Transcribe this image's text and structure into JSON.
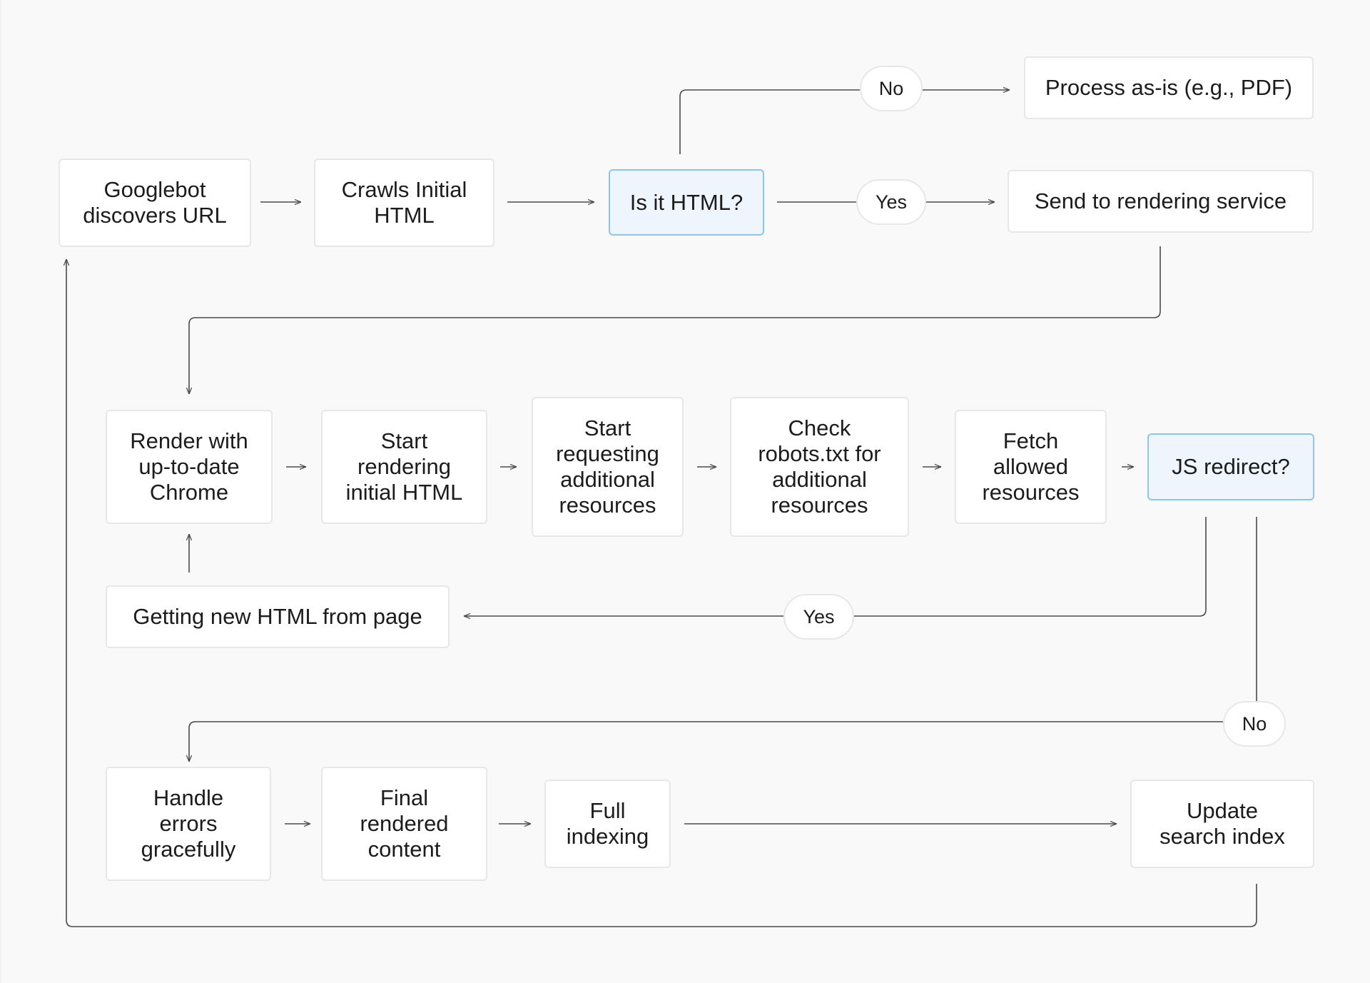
{
  "colors": {
    "background": "#f9f9f9",
    "node_fill": "#ffffff",
    "node_border": "#e7e7e7",
    "decision_fill": "#eef5fd",
    "decision_border": "#8ec4ee",
    "line": "#4a4a4a",
    "text": "#1c1c1c"
  },
  "nodes": {
    "discover": "Googlebot\ndiscovers URL",
    "crawl": "Crawls Initial\nHTML",
    "is_html": "Is it HTML?",
    "process_as_is": "Process as-is (e.g., PDF)",
    "send_render": "Send to rendering service",
    "render_chrome": "Render with\nup-to-date\nChrome",
    "start_render": "Start\nrendering\ninitial HTML",
    "start_request": "Start\nrequesting\nadditional\nresources",
    "check_robots": "Check\nrobots.txt for\nadditional\nresources",
    "fetch_allowed": "Fetch\nallowed\nresources",
    "js_redirect": "JS redirect?",
    "new_html": "Getting new HTML from page",
    "handle_errors": "Handle\nerrors\ngracefully",
    "final_content": "Final\nrendered\ncontent",
    "full_indexing": "Full\nindexing",
    "update_index": "Update\nsearch index"
  },
  "labels": {
    "html_no": "No",
    "html_yes": "Yes",
    "redirect_yes": "Yes",
    "redirect_no": "No"
  }
}
